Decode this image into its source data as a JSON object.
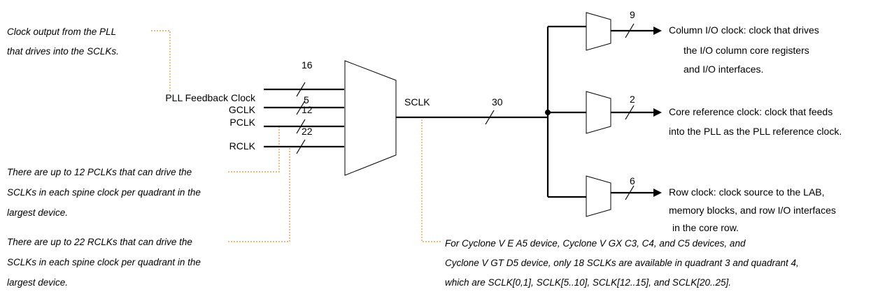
{
  "inputs": [
    {
      "label": "GCLK",
      "width": "16"
    },
    {
      "label": "PLL Feedback Clock",
      "width": "5"
    },
    {
      "label": "PCLK",
      "width": "12"
    },
    {
      "label": "RCLK",
      "width": "22"
    }
  ],
  "sclk": {
    "label": "SCLK",
    "width": "30"
  },
  "outputs": [
    {
      "width": "9",
      "lines": [
        "Column I/O clock: clock that drives",
        "the I/O column core registers",
        "and I/O interfaces."
      ]
    },
    {
      "width": "2",
      "lines": [
        "Core reference clock: clock that feeds",
        "into the PLL as the PLL reference clock."
      ]
    },
    {
      "width": "6",
      "lines": [
        "Row clock: clock source to the LAB,",
        "memory blocks, and row I/O interfaces",
        "in the core row."
      ]
    }
  ],
  "notes": {
    "pll_output": [
      "Clock output from the PLL",
      "that drives into the SCLKs."
    ],
    "pclk": [
      "There are up to 12 PCLKs that can drive the",
      "SCLKs in each spine clock per quadrant in the",
      "largest device."
    ],
    "rclk": [
      "There are up to 22 RCLKs that can drive the",
      "SCLKs in each spine clock per quadrant in the",
      "largest device."
    ],
    "sclk": [
      "For Cyclone V E A5 device, Cyclone V GX C3, C4, and C5 devices, and",
      "Cyclone V GT D5 device, only 18 SCLKs are available in quadrant 3 and quadrant 4,",
      "which are SCLK[0,1], SCLK[5..10], SCLK[12..15], and SCLK[20..25]."
    ]
  },
  "colors": {
    "leader": "#e8912f",
    "line": "#000000"
  }
}
